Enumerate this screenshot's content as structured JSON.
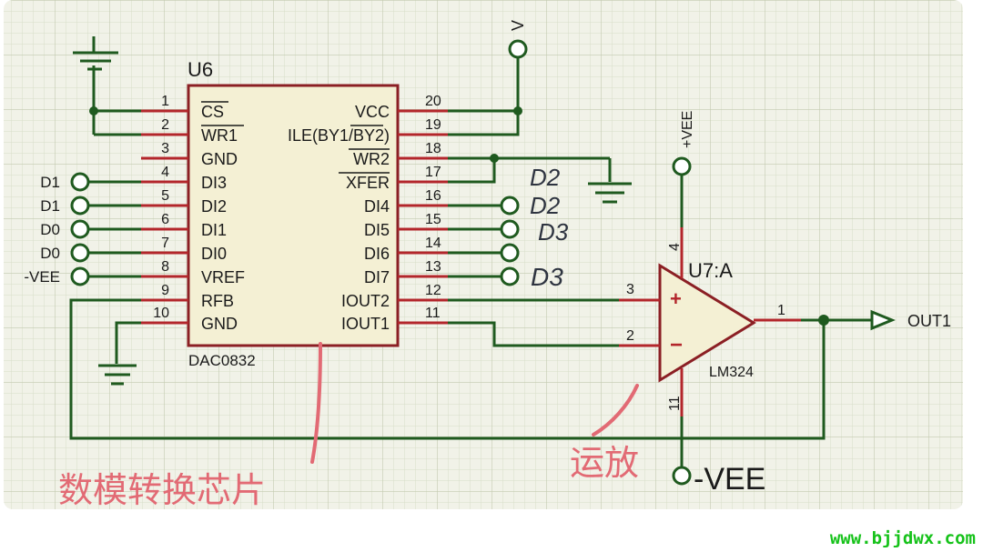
{
  "dac": {
    "ref": "U6",
    "part": "DAC0832",
    "left_pins": [
      {
        "num": "1",
        "name": "CS"
      },
      {
        "num": "2",
        "name": "WR1"
      },
      {
        "num": "3",
        "name": "GND"
      },
      {
        "num": "4",
        "name": "DI3"
      },
      {
        "num": "5",
        "name": "DI2"
      },
      {
        "num": "6",
        "name": "DI1"
      },
      {
        "num": "7",
        "name": "DI0"
      },
      {
        "num": "8",
        "name": "VREF"
      },
      {
        "num": "9",
        "name": "RFB"
      },
      {
        "num": "10",
        "name": "GND"
      }
    ],
    "right_pins": [
      {
        "num": "20",
        "name": "VCC"
      },
      {
        "num": "19",
        "name": "ILE(BY1/BY2)"
      },
      {
        "num": "18",
        "name": "WR2"
      },
      {
        "num": "17",
        "name": "XFER"
      },
      {
        "num": "16",
        "name": "DI4"
      },
      {
        "num": "15",
        "name": "DI5"
      },
      {
        "num": "14",
        "name": "DI6"
      },
      {
        "num": "13",
        "name": "DI7"
      },
      {
        "num": "12",
        "name": "IOUT2"
      },
      {
        "num": "11",
        "name": "IOUT1"
      }
    ]
  },
  "opamp": {
    "ref": "U7:A",
    "part": "LM324",
    "pin_plus": "3",
    "pin_minus": "2",
    "pin_out": "1",
    "pin_vpos": "4",
    "pin_vneg": "11",
    "plus_sign": "+",
    "minus_sign": "−"
  },
  "terminals": {
    "left": [
      "D1",
      "D1",
      "D0",
      "D0",
      "-VEE"
    ],
    "top_supply": "V",
    "vee_pos": "+VEE",
    "vee_neg": "-VEE",
    "output": "OUT1"
  },
  "handwritten": {
    "d2_upper": "D2",
    "d2_lower": "D2",
    "d3_upper": "D3",
    "d3_lower": "D3"
  },
  "annotations": {
    "dac_label": "数模转换芯片",
    "opamp_label": "运放"
  },
  "watermark": "www.bjjdwx.com"
}
